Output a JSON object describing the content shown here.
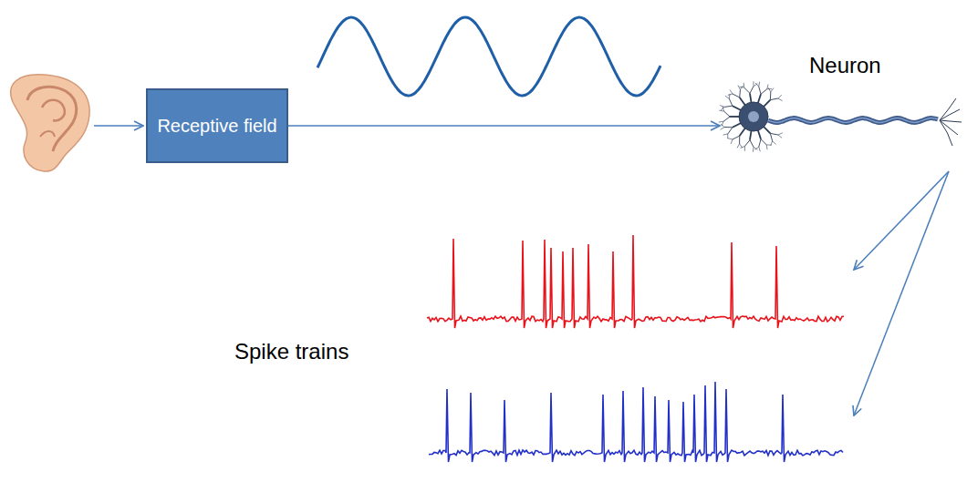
{
  "diagram": {
    "nodes": [
      {
        "text": [
          "Receptive field"
        ]
      },
      {
        "text": [
          "Neuron"
        ]
      }
    ],
    "edges": [
      {
        "from": 0,
        "to": 1,
        "arrow": "to"
      }
    ],
    "labels": [
      "Spike trains"
    ]
  }
}
